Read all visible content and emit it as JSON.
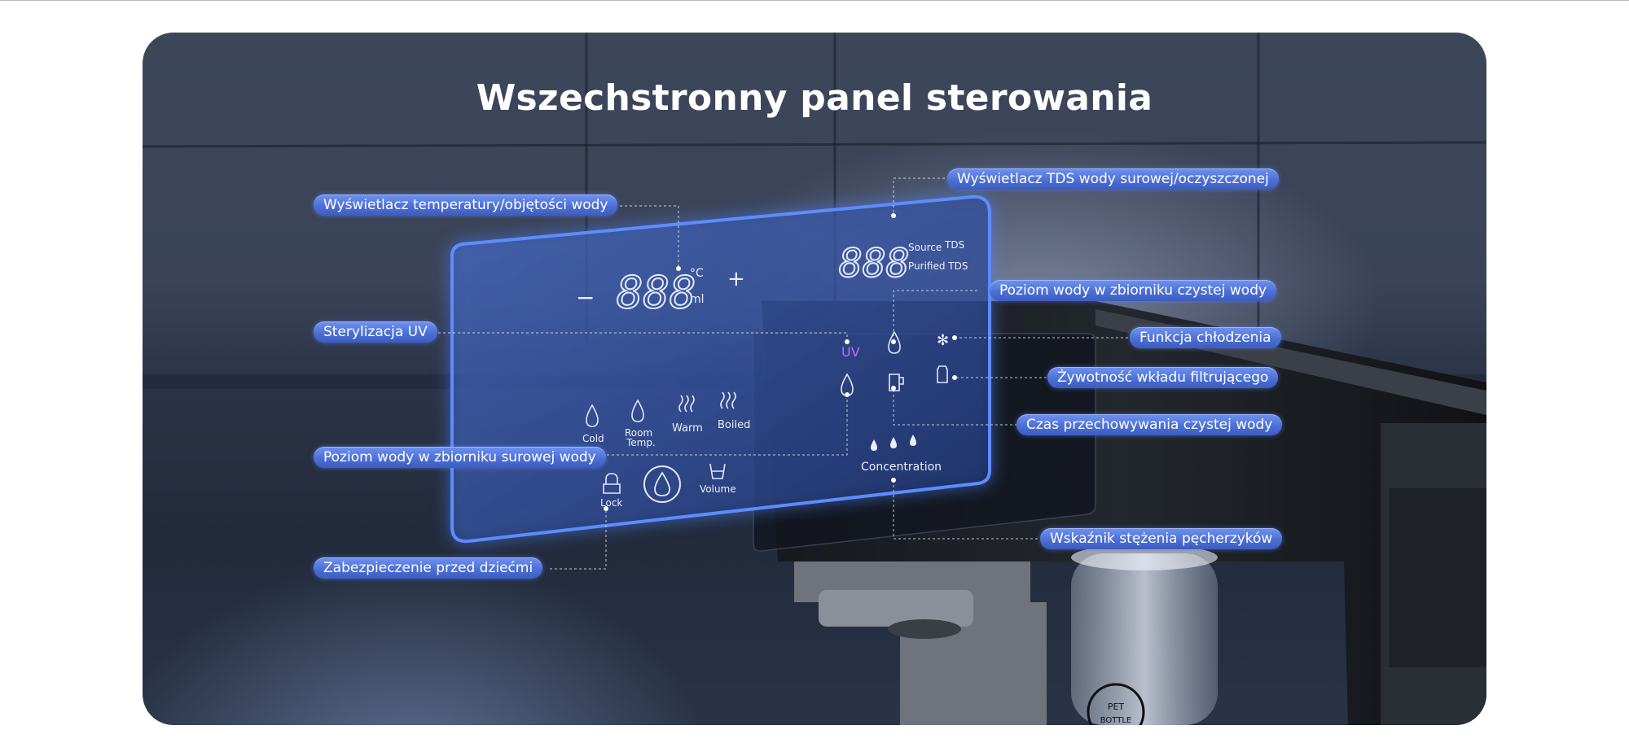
{
  "title": "Wszechstronny panel sterowania",
  "labels": {
    "temp_volume_display": "Wyświetlacz temperatury/objętości wody",
    "uv_sterilization": "Sterylizacja UV",
    "raw_tank_level": "Poziom wody w zbiorniku surowej wody",
    "child_lock": "Zabezpieczenie przed dziećmi",
    "tds_display": "Wyświetlacz TDS wody surowej/oczyszczonej",
    "clean_tank_level": "Poziom wody w zbiorniku czystej wody",
    "cooling_function": "Funkcja chłodzenia",
    "filter_life": "Żywotność wkładu filtrującego",
    "storage_time": "Czas przechowywania czystej wody",
    "bubble_concentration": "Wskaźnik stężenia pęcherzyków"
  },
  "panel": {
    "minus": "−",
    "plus": "+",
    "temp_digits": "888",
    "unit_c": "°C",
    "unit_ml": "ml",
    "tds_digits": "888",
    "source": "Source",
    "tds": "TDS",
    "purified_tds": "Purified TDS",
    "uv": "UV",
    "cold": "Cold",
    "room_line1": "Room",
    "room_line2": "Temp.",
    "warm": "Warm",
    "boiled": "Boiled",
    "lock": "Lock",
    "volume": "Volume",
    "concentration": "Concentration"
  },
  "bottle": {
    "line1": "PET",
    "line2": "BOTTLE"
  },
  "colors": {
    "label_blue": "#4d70d6",
    "panel_glow": "#4f86ff",
    "uv_purple": "#b66dff"
  },
  "icons": [
    "cold-drop-icon",
    "room-temp-drop-icon",
    "warm-waves-icon",
    "boiled-waves-icon",
    "lock-icon",
    "dispense-drop-icon",
    "volume-cup-icon",
    "uv-icon",
    "raw-water-drop-icon",
    "clean-water-drop-icon",
    "snowflake-icon",
    "filter-cartridge-icon",
    "storage-pitcher-icon",
    "bubble-drops-icon"
  ]
}
